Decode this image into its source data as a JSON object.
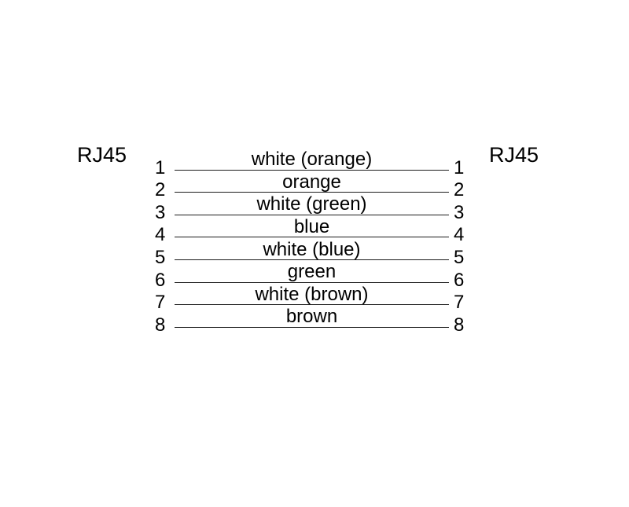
{
  "diagram": {
    "left_connector": "RJ45",
    "right_connector": "RJ45",
    "wires": [
      {
        "pin_left": "1",
        "label": "white (orange)",
        "pin_right": "1"
      },
      {
        "pin_left": "2",
        "label": "orange",
        "pin_right": "2"
      },
      {
        "pin_left": "3",
        "label": "white (green)",
        "pin_right": "3"
      },
      {
        "pin_left": "4",
        "label": "blue",
        "pin_right": "4"
      },
      {
        "pin_left": "5",
        "label": "white (blue)",
        "pin_right": "5"
      },
      {
        "pin_left": "6",
        "label": "green",
        "pin_right": "6"
      },
      {
        "pin_left": "7",
        "label": "white (brown)",
        "pin_right": "7"
      },
      {
        "pin_left": "8",
        "label": "brown",
        "pin_right": "8"
      }
    ],
    "colors": {
      "line": "#1c1c1c",
      "text": "#000000",
      "background": "#ffffff"
    }
  }
}
